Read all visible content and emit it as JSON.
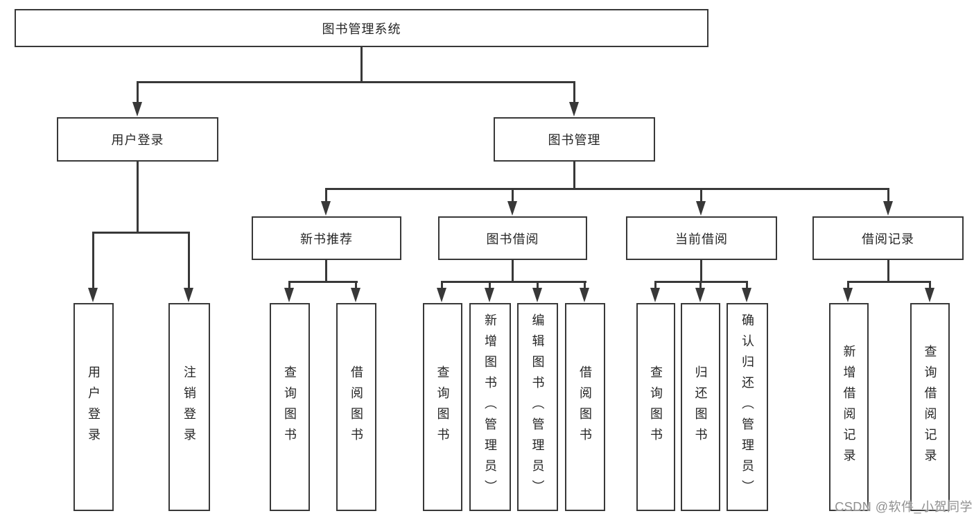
{
  "diagram": {
    "title": "图书管理系统",
    "root": {
      "label": "图书管理系统"
    },
    "level2": [
      {
        "label": "用户登录"
      },
      {
        "label": "图书管理"
      }
    ],
    "level3": [
      {
        "label": "新书推荐",
        "parent": "图书管理"
      },
      {
        "label": "图书借阅",
        "parent": "图书管理"
      },
      {
        "label": "当前借阅",
        "parent": "图书管理"
      },
      {
        "label": "借阅记录",
        "parent": "图书管理"
      }
    ],
    "leaves": [
      {
        "label": "用户登录",
        "parent": "用户登录"
      },
      {
        "label": "注销登录",
        "parent": "用户登录"
      },
      {
        "label": "查询图书",
        "parent": "新书推荐"
      },
      {
        "label": "借阅图书",
        "parent": "新书推荐"
      },
      {
        "label": "查询图书",
        "parent": "图书借阅"
      },
      {
        "label": "新增图书（管理员）",
        "parent": "图书借阅"
      },
      {
        "label": "编辑图书（管理员）",
        "parent": "图书借阅"
      },
      {
        "label": "借阅图书",
        "parent": "图书借阅"
      },
      {
        "label": "查询图书",
        "parent": "当前借阅"
      },
      {
        "label": "归还图书",
        "parent": "当前借阅"
      },
      {
        "label": "确认归还（管理员）",
        "parent": "当前借阅"
      },
      {
        "label": "新增借阅记录",
        "parent": "借阅记录"
      },
      {
        "label": "查询借阅记录",
        "parent": "借阅记录"
      }
    ]
  },
  "watermark": {
    "text": "CSDN @软件_小贺同学"
  },
  "colors": {
    "line": "#383838",
    "text": "#262626",
    "background": "#ffffff",
    "watermark": "#8f8f8f"
  }
}
